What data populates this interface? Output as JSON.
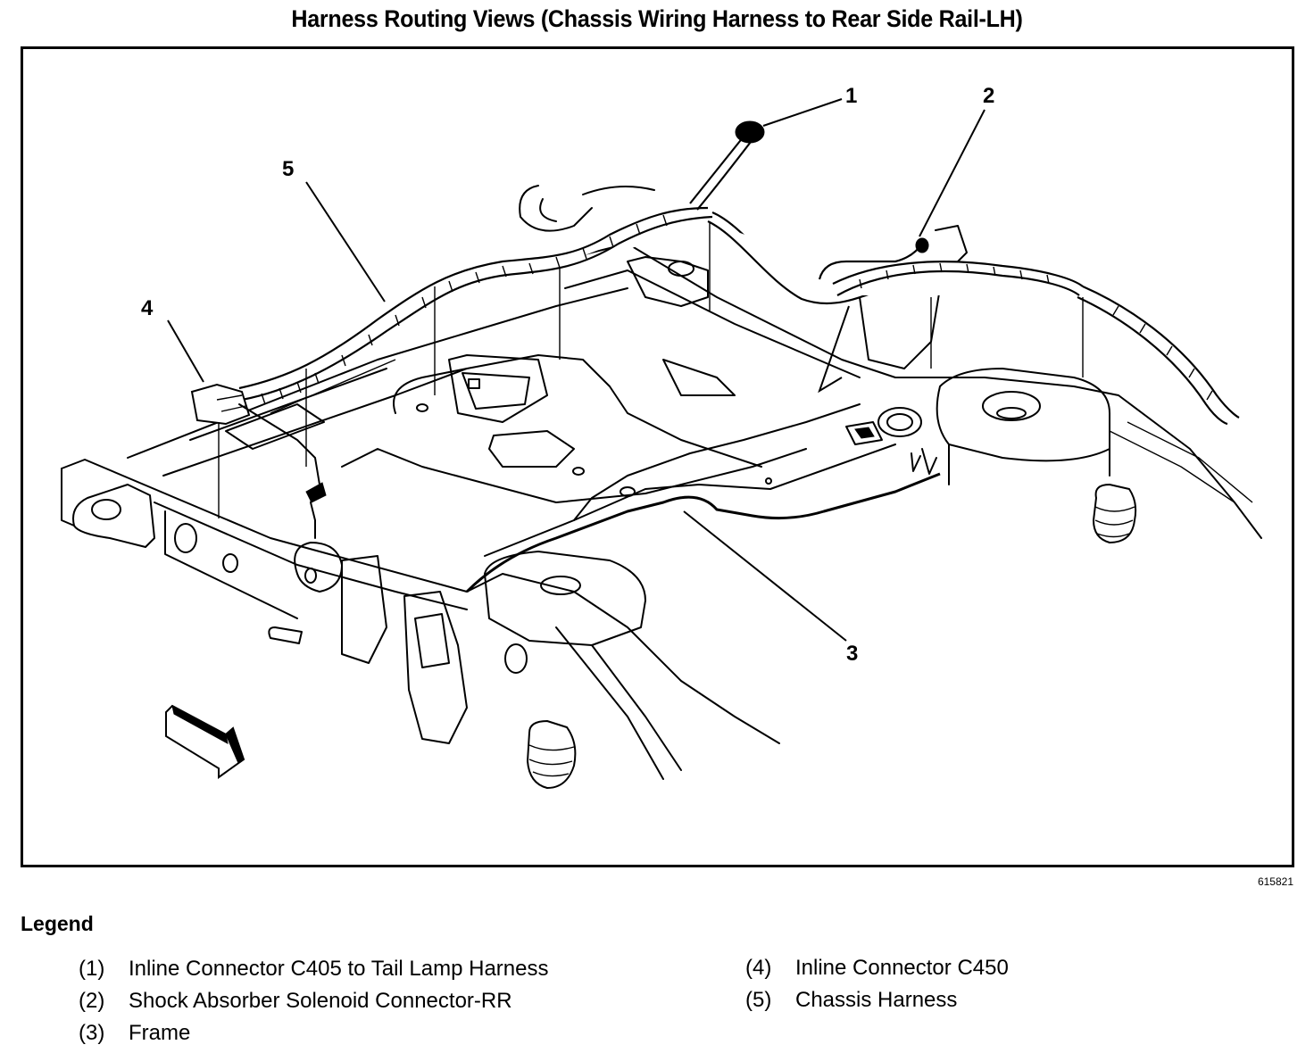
{
  "title": "Harness Routing Views (Chassis Wiring Harness to Rear Side Rail-LH)",
  "figure_id": "615821",
  "callouts": [
    "1",
    "2",
    "3",
    "4",
    "5"
  ],
  "legend": {
    "title": "Legend",
    "items": [
      {
        "num": "(1)",
        "label": "Inline Connector C405 to Tail Lamp Harness"
      },
      {
        "num": "(2)",
        "label": "Shock Absorber Solenoid Connector-RR"
      },
      {
        "num": "(3)",
        "label": "Frame"
      },
      {
        "num": "(4)",
        "label": "Inline Connector C450"
      },
      {
        "num": "(5)",
        "label": "Chassis Harness"
      }
    ]
  },
  "icons": {
    "direction_arrow": "front-direction-arrow-icon"
  }
}
